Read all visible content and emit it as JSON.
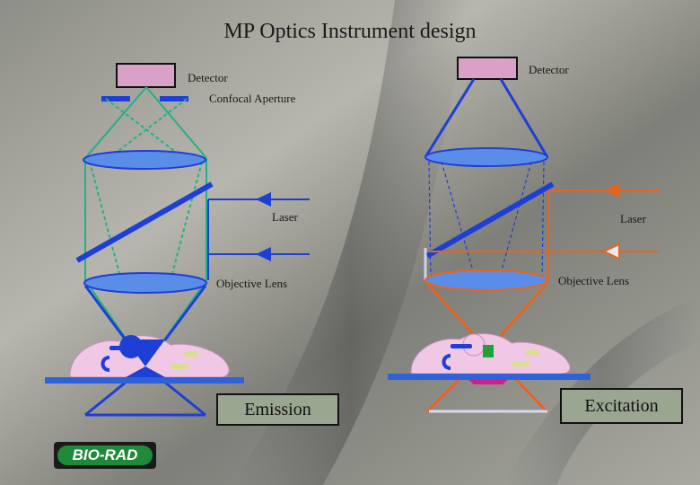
{
  "title": "MP Optics Instrument design",
  "left_panel": {
    "detector_label": "Detector",
    "aperture_label": "Confocal Aperture",
    "laser_label": "Laser",
    "objective_label": "Objective Lens",
    "mode_label": "Emission"
  },
  "right_panel": {
    "detector_label": "Detector",
    "laser_label": "Laser",
    "objective_label": "Objective Lens",
    "mode_label": "Excitation"
  },
  "logo": {
    "text": "BIO-RAD"
  },
  "colors": {
    "emission_path": "#22b08a",
    "optics_blue": "#1e3fd6",
    "lens_fill": "#5a8de8",
    "laser_orange": "#e8641e",
    "detector": "#d9a0c8",
    "stage_blue": "#2f62d8",
    "cell_pink": "#f0c8e6",
    "focal_spot": "#d21e8c",
    "logo_green": "#1f8a3a"
  }
}
